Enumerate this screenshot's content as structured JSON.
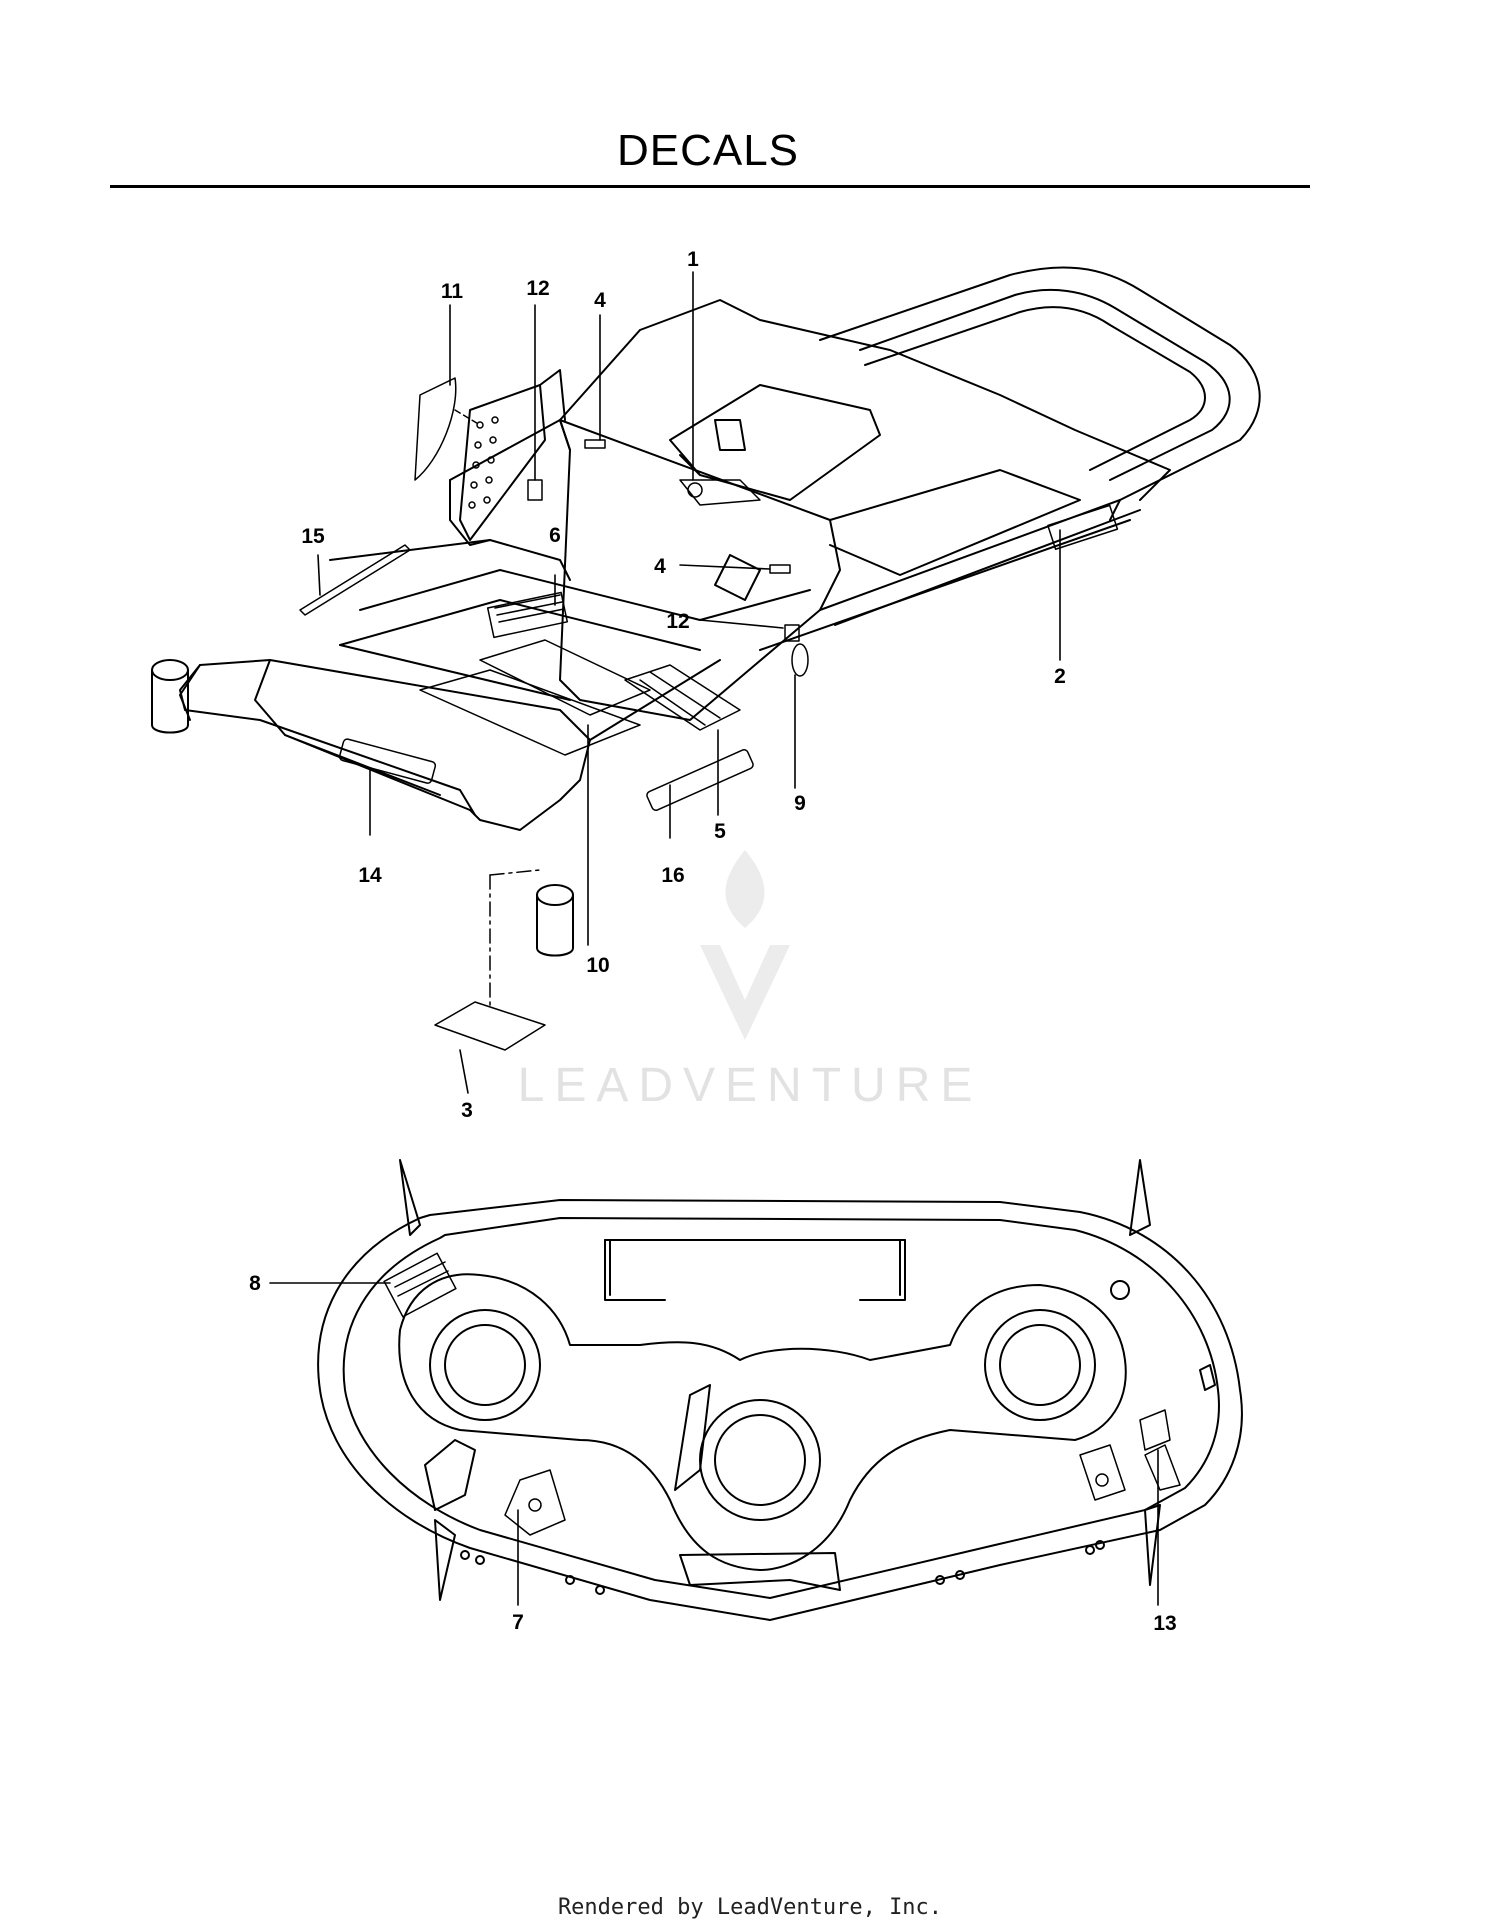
{
  "title": "DECALS",
  "footer": "Rendered by LeadVenture, Inc.",
  "watermark": "LEADVENTURE",
  "callouts": [
    {
      "id": "c1",
      "label": "1"
    },
    {
      "id": "c2",
      "label": "2"
    },
    {
      "id": "c3",
      "label": "3"
    },
    {
      "id": "c4a",
      "label": "4"
    },
    {
      "id": "c4b",
      "label": "4"
    },
    {
      "id": "c5",
      "label": "5"
    },
    {
      "id": "c6",
      "label": "6"
    },
    {
      "id": "c7",
      "label": "7"
    },
    {
      "id": "c8",
      "label": "8"
    },
    {
      "id": "c9",
      "label": "9"
    },
    {
      "id": "c10",
      "label": "10"
    },
    {
      "id": "c11",
      "label": "11"
    },
    {
      "id": "c12a",
      "label": "12"
    },
    {
      "id": "c12b",
      "label": "12"
    },
    {
      "id": "c13",
      "label": "13"
    },
    {
      "id": "c14",
      "label": "14"
    },
    {
      "id": "c15",
      "label": "15"
    },
    {
      "id": "c16",
      "label": "16"
    }
  ],
  "colors": {
    "line": "#000000",
    "watermark": "#e2e2e2"
  }
}
